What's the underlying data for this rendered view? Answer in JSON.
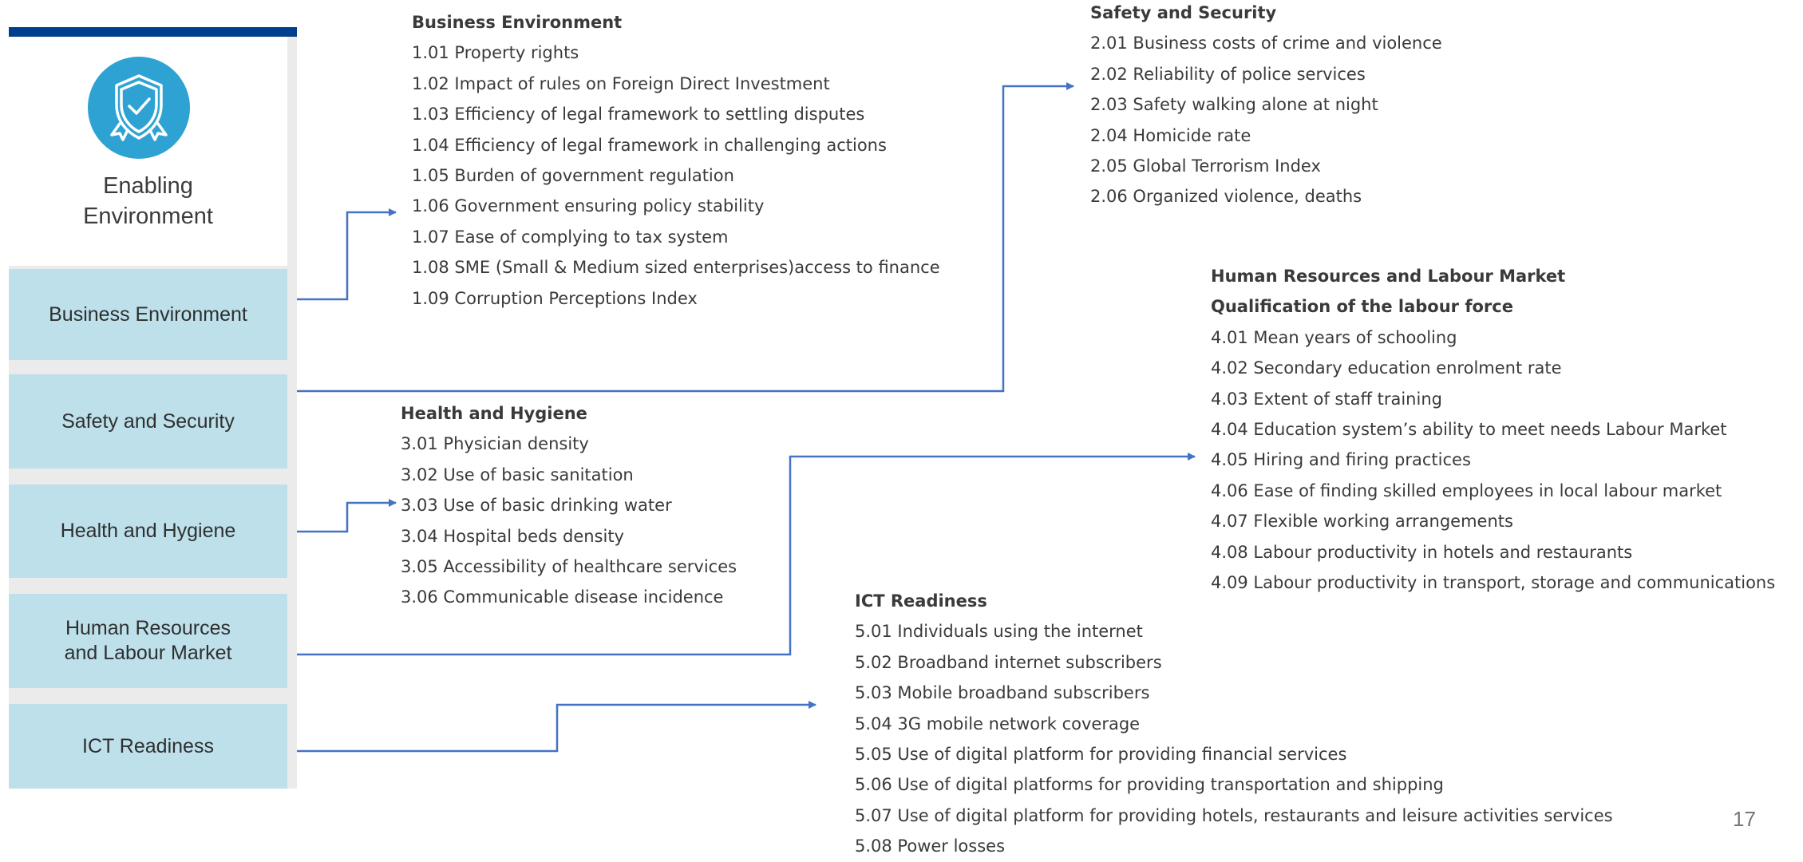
{
  "panel": {
    "title": "Enabling\nEnvironment",
    "icon": "shield-check-icon",
    "pillars": [
      {
        "label": "Business Environment"
      },
      {
        "label": "Safety and Security"
      },
      {
        "label": "Health and Hygiene"
      },
      {
        "label": "Human Resources\nand Labour Market"
      },
      {
        "label": "ICT Readiness"
      }
    ]
  },
  "groups": {
    "business": {
      "title": "Business Environment",
      "items": [
        "1.01 Property rights",
        "1.02 Impact of rules on Foreign Direct Investment",
        "1.03 Efficiency of legal framework to settling disputes",
        "1.04 Efficiency of legal framework in challenging actions",
        "1.05 Burden of government regulation",
        "1.06 Government ensuring policy stability",
        "1.07 Ease of complying to tax system",
        "1.08 SME (Small & Medium sized enterprises)access to finance",
        "1.09 Corruption Perceptions Index"
      ]
    },
    "safety": {
      "title": "Safety and Security",
      "items": [
        "2.01 Business costs of crime and violence",
        "2.02 Reliability of police services",
        "2.03 Safety walking alone at night",
        "2.04 Homicide rate",
        "2.05 Global Terrorism Index",
        "2.06 Organized violence, deaths"
      ]
    },
    "health": {
      "title": "Health and Hygiene",
      "items": [
        "3.01 Physician density",
        "3.02 Use of basic sanitation",
        "3.03 Use of basic drinking water",
        "3.04 Hospital beds density",
        "3.05 Accessibility of healthcare services",
        "3.06 Communicable disease incidence"
      ]
    },
    "hr": {
      "title": "Human Resources and Labour Market",
      "subtitle": "Qualification of the labour force",
      "items": [
        "4.01 Mean years of schooling",
        "4.02 Secondary education enrolment rate",
        "4.03 Extent of staff training",
        "4.04 Education system’s ability to meet needs Labour Market",
        "4.05 Hiring and firing practices",
        "4.06 Ease of finding skilled employees in local labour market",
        "4.07 Flexible working arrangements",
        "4.08 Labour productivity in hotels and restaurants",
        "4.09 Labour productivity in transport, storage and communications"
      ]
    },
    "ict": {
      "title": "ICT Readiness",
      "items": [
        "5.01 Individuals using the internet",
        "5.02 Broadband internet subscribers",
        "5.03 Mobile broadband subscribers",
        "5.04 3G mobile network coverage",
        "5.05 Use of digital platform for providing financial services",
        "5.06 Use of digital platforms for providing transportation and shipping",
        "5.07 Use of digital platform for providing hotels, restaurants and leisure activities services",
        "5.08 Power losses"
      ]
    }
  },
  "page_number": "17",
  "colors": {
    "connector": "#4472c4",
    "topbar": "#003f8c",
    "pill": "#bde0eb",
    "icon": "#2ea3d3"
  }
}
